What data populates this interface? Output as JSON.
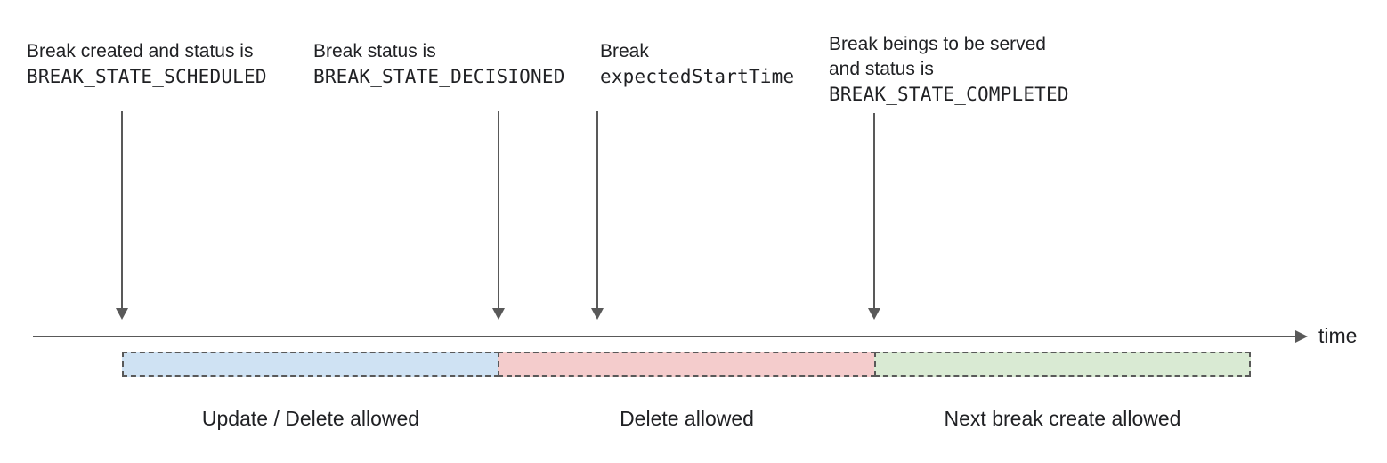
{
  "diagram": {
    "annotations": [
      {
        "text": "Break created and status is",
        "code": "BREAK_STATE_SCHEDULED"
      },
      {
        "text": "Break status is",
        "code": "BREAK_STATE_DECISIONED"
      },
      {
        "text": "Break",
        "code": "expectedStartTime"
      },
      {
        "text": "Break beings to be served",
        "text2": "and status is",
        "code": "BREAK_STATE_COMPLETED"
      }
    ],
    "timeline": {
      "axis_label": "time"
    },
    "segments": [
      {
        "label": "Update / Delete allowed",
        "fill": "#cfe2f3"
      },
      {
        "label": "Delete allowed",
        "fill": "#f4cccc"
      },
      {
        "label": "Next break create allowed",
        "fill": "#d9ead3"
      }
    ],
    "colors": {
      "line_gray": "#595959",
      "text": "#202124"
    }
  }
}
